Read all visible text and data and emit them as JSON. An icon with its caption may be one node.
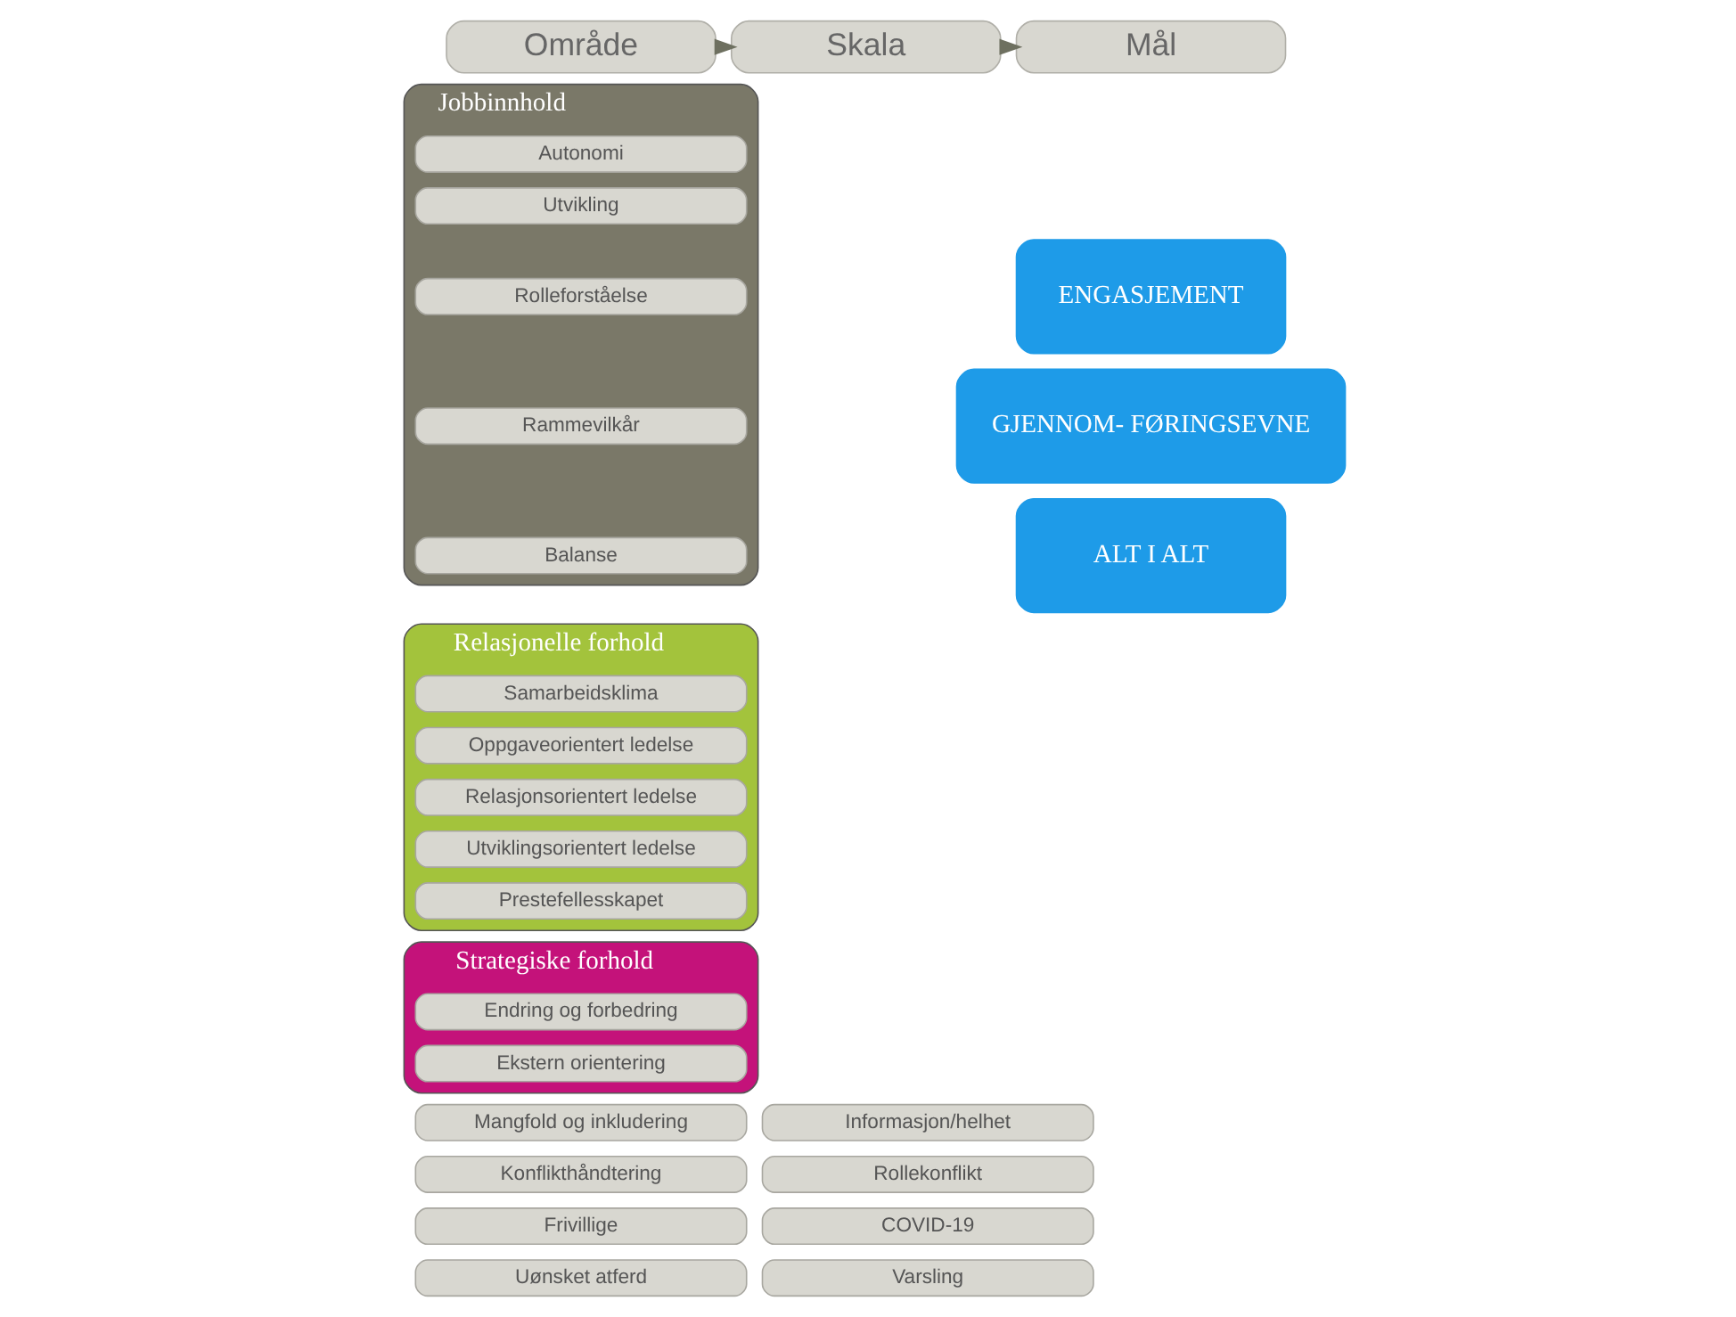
{
  "diagram": {
    "nodes": [
      {
        "text": [
          "Område"
        ]
      },
      {
        "text": [
          "Skala"
        ]
      },
      {
        "text": [
          "Mål"
        ]
      },
      {
        "text": [
          "Jobbinnhold"
        ]
      },
      {
        "text": [
          "Autonomi"
        ],
        "in": 3
      },
      {
        "text": [
          "Utvikling"
        ],
        "in": 3
      },
      {
        "text": [
          "Rolleforståelse"
        ],
        "in": 3
      },
      {
        "text": [
          "Rammevilkår"
        ],
        "in": 3
      },
      {
        "text": [
          "Balanse"
        ],
        "in": 3
      },
      {
        "text": [
          "Relasjonelle forhold"
        ]
      },
      {
        "text": [
          "Samarbeidsklima"
        ],
        "in": 9
      },
      {
        "text": [
          "Oppgaveorientert ledelse"
        ],
        "in": 9
      },
      {
        "text": [
          "Relasjonsorientert ledelse"
        ],
        "in": 9
      },
      {
        "text": [
          "Utviklingsorientert ledelse"
        ],
        "in": 9
      },
      {
        "text": [
          "Prestefellesskapet"
        ],
        "in": 9
      },
      {
        "text": [
          "Strategiske forhold"
        ]
      },
      {
        "text": [
          "Endring og forbedring"
        ],
        "in": 15
      },
      {
        "text": [
          "Ekstern orientering"
        ],
        "in": 15
      },
      {
        "text": [
          "Mangfold og inkludering"
        ]
      },
      {
        "text": [
          "Informasjon/helhet"
        ]
      },
      {
        "text": [
          "Konflikthåndtering"
        ]
      },
      {
        "text": [
          "Rollekonflikt"
        ]
      },
      {
        "text": [
          "Frivillige"
        ]
      },
      {
        "text": [
          "COVID-19"
        ]
      },
      {
        "text": [
          "Uønsket atferd"
        ]
      },
      {
        "text": [
          "Varsling"
        ]
      },
      {
        "text": [
          "ENGASJEMENT"
        ]
      },
      {
        "text": [
          "GJENNOM- FØRINGSEVNE"
        ]
      },
      {
        "text": [
          "ALT I ALT"
        ]
      }
    ],
    "edges": [
      {
        "from": 0,
        "to": 1,
        "arrow": "to"
      },
      {
        "from": 1,
        "to": 2,
        "arrow": "to"
      }
    ]
  }
}
